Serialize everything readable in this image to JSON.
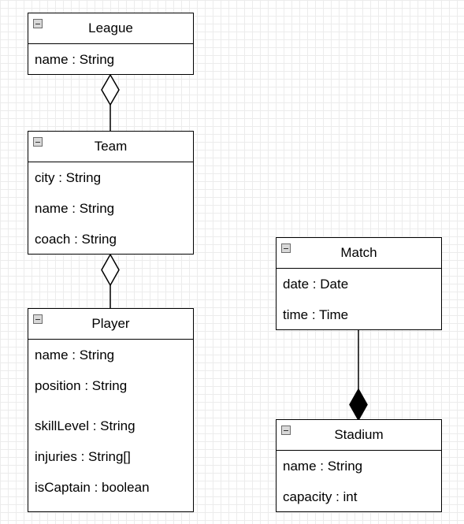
{
  "classes": {
    "league": {
      "name": "League",
      "attributes": [
        "name : String"
      ]
    },
    "team": {
      "name": "Team",
      "attributes": [
        "city : String",
        "name : String",
        "coach : String"
      ]
    },
    "player": {
      "name": "Player",
      "attributes": [
        "name : String",
        "position : String",
        "skillLevel : String",
        "injuries : String[]",
        "isCaptain : boolean"
      ]
    },
    "match": {
      "name": "Match",
      "attributes": [
        "date : Date",
        "time : Time"
      ]
    },
    "stadium": {
      "name": "Stadium",
      "attributes": [
        "name : String",
        "capacity : int"
      ]
    }
  },
  "relationships": [
    {
      "from": "League",
      "to": "Team",
      "kind": "aggregation"
    },
    {
      "from": "Team",
      "to": "Player",
      "kind": "aggregation"
    },
    {
      "from": "Stadium",
      "to": "Match",
      "kind": "composition"
    }
  ],
  "colors": {
    "grid": "#ececec",
    "stroke": "#000000",
    "collapse_icon": "#d9d9d9"
  }
}
